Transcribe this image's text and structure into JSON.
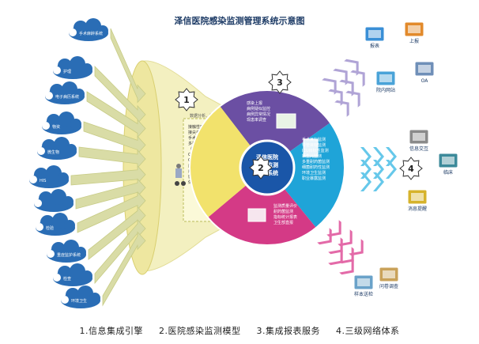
{
  "title": "泽信医院感染监测管理系统示意图",
  "sources": [
    {
      "label": "手术麻醉系统",
      "icon": "surgery-icon"
    },
    {
      "label": "护理",
      "icon": "nursing-icon"
    },
    {
      "label": "电子病历系统",
      "icon": "emr-icon"
    },
    {
      "label": "物资",
      "icon": "supplies-icon"
    },
    {
      "label": "微生物",
      "icon": "microbe-icon"
    },
    {
      "label": "HIS",
      "icon": "his-icon"
    },
    {
      "label": "",
      "icon": "blank-icon"
    },
    {
      "label": "检验",
      "icon": "lab-icon"
    },
    {
      "label": "重症监护系统",
      "icon": "icu-icon"
    },
    {
      "label": "检查",
      "icon": "exam-icon"
    },
    {
      "label": "环境卫生",
      "icon": "environment-icon"
    }
  ],
  "funnel_text": "接触性感染：\n接尖手、手术、\n手术前：一一\n多重耐药菌\n（VRE、MASA、CR-NEP、\nCR-PA、ESBL-、\nCR-AB……）\n血培养\n病例分析结果\n感染管理\n体液统计",
  "funnel_label": "数据分析、数据",
  "steps": [
    {
      "number": "1"
    },
    {
      "number": "2"
    },
    {
      "number": "3"
    },
    {
      "number": "4"
    }
  ],
  "center": {
    "label": "泽信医院\n感染监测\n管理系统"
  },
  "segments": [
    {
      "name": "top",
      "lines": [
        "感染上报",
        "病例疑似监控",
        "病例异常情况",
        "现患率调查"
      ]
    },
    {
      "name": "right",
      "lines": [
        "手术目标监测",
        "导管目标监测",
        "ICU目标性监测",
        "新生儿监测",
        "多重耐药菌监测",
        "细菌耐药性监测",
        "环境卫生监测",
        "职业暴露监测"
      ]
    },
    {
      "name": "bottom",
      "lines": [
        "监测质量评价",
        "耐药菌监测",
        "指标统计报表",
        "卫生部直报"
      ]
    },
    {
      "name": "left",
      "lines": []
    }
  ],
  "outputs": [
    {
      "label": "报表",
      "icon": "report-icon"
    },
    {
      "label": "上报",
      "icon": "upload-icon"
    },
    {
      "label": "OA",
      "icon": "oa-icon"
    },
    {
      "label": "院内网站",
      "icon": "website-icon"
    },
    {
      "label": "信息交互",
      "icon": "fax-icon"
    },
    {
      "label": "临床",
      "icon": "doctor-icon"
    },
    {
      "label": "消息提醒",
      "icon": "message-icon"
    },
    {
      "label": "样本送检",
      "icon": "sample-icon"
    },
    {
      "label": "问卷调查",
      "icon": "questionnaire-icon"
    }
  ],
  "caption": [
    "1.信息集成引擎",
    "2.医院感染监测模型",
    "3.集成报表服务",
    "4.三级网络体系"
  ],
  "colors": {
    "funnel": "#f3f0c0",
    "cloud": "#2a6db5",
    "arrow": "#d9dca6",
    "seg_top": "#6b4fa3",
    "seg_right": "#1fa4d8",
    "seg_bottom": "#d43a86",
    "seg_left": "#f2e26c",
    "center": "#1a56a8",
    "chevron_purple": "#b0a4d6",
    "chevron_cyan": "#66c8ea",
    "chevron_pink": "#e36aa8"
  }
}
